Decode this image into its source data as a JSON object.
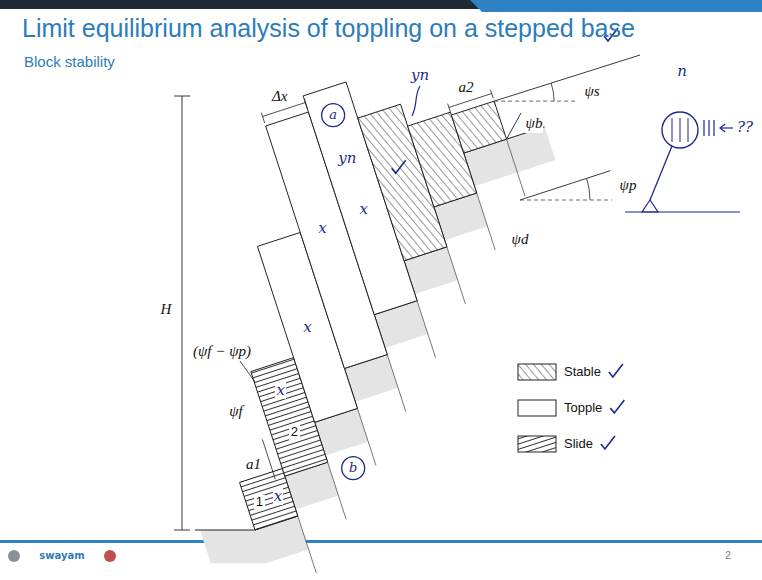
{
  "diagram": {
    "title": "Limit equilibrium analysis of toppling on a stepped base",
    "nodes": [
      {
        "text": [
          "1"
        ]
      },
      {
        "text": [
          "2"
        ]
      }
    ],
    "labels": [
      "Block stability",
      "H",
      "Δx",
      "a1",
      "a2",
      "ψb",
      "ψs",
      "ψp",
      "ψd",
      "ψf",
      "(ψf − ψp)",
      "yn",
      "yn",
      "x",
      "x",
      "x",
      "x",
      "x",
      "a",
      "b",
      "n",
      "??",
      "swayam",
      "2"
    ],
    "legend": [
      {
        "text": "Stable"
      },
      {
        "text": "Topple"
      },
      {
        "text": "Slide"
      }
    ]
  }
}
